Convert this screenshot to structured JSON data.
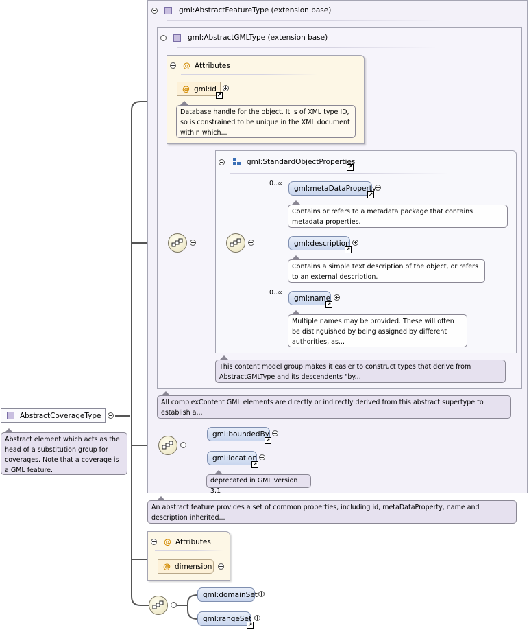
{
  "root": {
    "label": "AbstractCoverageType",
    "doc": "Abstract element which acts as the head of a substitution group for coverages. Note that a coverage is a GML feature."
  },
  "feature_ext": {
    "title": "gml:AbstractFeatureType (extension base)",
    "doc": "An abstract feature provides a set of common properties, including id, metaDataProperty, name and description inherited..."
  },
  "gml_ext": {
    "title": "gml:AbstractGMLType (extension base)",
    "doc": "All complexContent GML elements are directly or indirectly derived from this abstract supertype to establish a..."
  },
  "gml_attributes": {
    "title": "Attributes",
    "id_label": "gml:id",
    "id_doc": "Database handle for the object. It is of XML type ID, so is constrained to be unique in the XML document within which..."
  },
  "standard_props": {
    "title": "gml:StandardObjectProperties",
    "doc": "This content model group makes it easier to construct types that derive from AbstractGMLType and its descendents \"by...",
    "items": [
      {
        "label": "gml:metaDataProperty",
        "cardinality": "0..∞",
        "doc": "Contains or refers to a metadata package that contains metadata properties."
      },
      {
        "label": "gml:description",
        "cardinality": "",
        "doc": "Contains a simple text description of the object, or refers to an external description."
      },
      {
        "label": "gml:name",
        "cardinality": "0..∞",
        "doc": "Multiple names may be provided. These will often be distinguished by being assigned by different authorities, as..."
      }
    ]
  },
  "feature_seq": {
    "bounded_by": "gml:boundedBy",
    "location": "gml:location",
    "location_doc": "deprecated in GML version 3.1"
  },
  "coverage_attributes": {
    "title": "Attributes",
    "dimension": "dimension"
  },
  "coverage_seq": {
    "domain_set": "gml:domainSet",
    "range_set": "gml:rangeSet"
  },
  "colors": {
    "element_fill": "#c9d6ee",
    "attribute_fill": "#fdf7e6",
    "note_fill": "#e6e1ef",
    "extension_fill": "#f3f1f9"
  }
}
